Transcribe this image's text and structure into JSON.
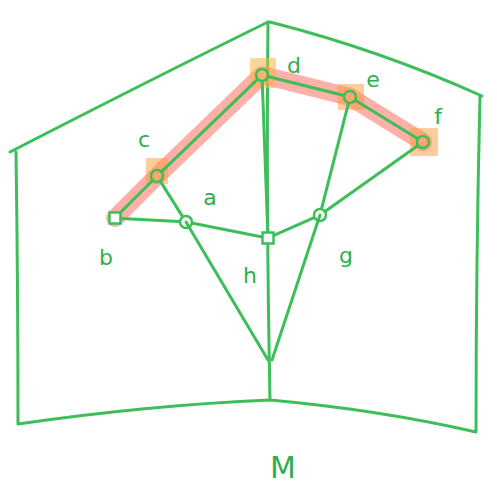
{
  "diagram": {
    "nodes": [
      {
        "text": [
          "d"
        ]
      },
      {
        "text": [
          "e"
        ]
      },
      {
        "text": [
          "f"
        ]
      },
      {
        "text": [
          "c"
        ]
      },
      {
        "text": [
          "a"
        ]
      },
      {
        "text": [
          "b"
        ]
      },
      {
        "text": [
          "g"
        ]
      },
      {
        "text": [
          "h"
        ]
      }
    ],
    "edges": [
      {
        "from": 5,
        "to": 3,
        "arrow": "none"
      },
      {
        "from": 3,
        "to": 0,
        "arrow": "none"
      },
      {
        "from": 0,
        "to": 1,
        "arrow": "none"
      },
      {
        "from": 1,
        "to": 2,
        "arrow": "none"
      },
      {
        "from": 5,
        "to": 4,
        "arrow": "none"
      },
      {
        "from": 4,
        "to": 7,
        "arrow": "none"
      },
      {
        "from": 7,
        "to": 6,
        "arrow": "none"
      },
      {
        "from": 6,
        "to": 2,
        "arrow": "none"
      },
      {
        "from": 3,
        "to": 4,
        "arrow": "none"
      },
      {
        "from": 1,
        "to": 6,
        "arrow": "none"
      },
      {
        "from": 0,
        "to": 7,
        "arrow": "none"
      }
    ],
    "labels": [
      "M"
    ]
  }
}
